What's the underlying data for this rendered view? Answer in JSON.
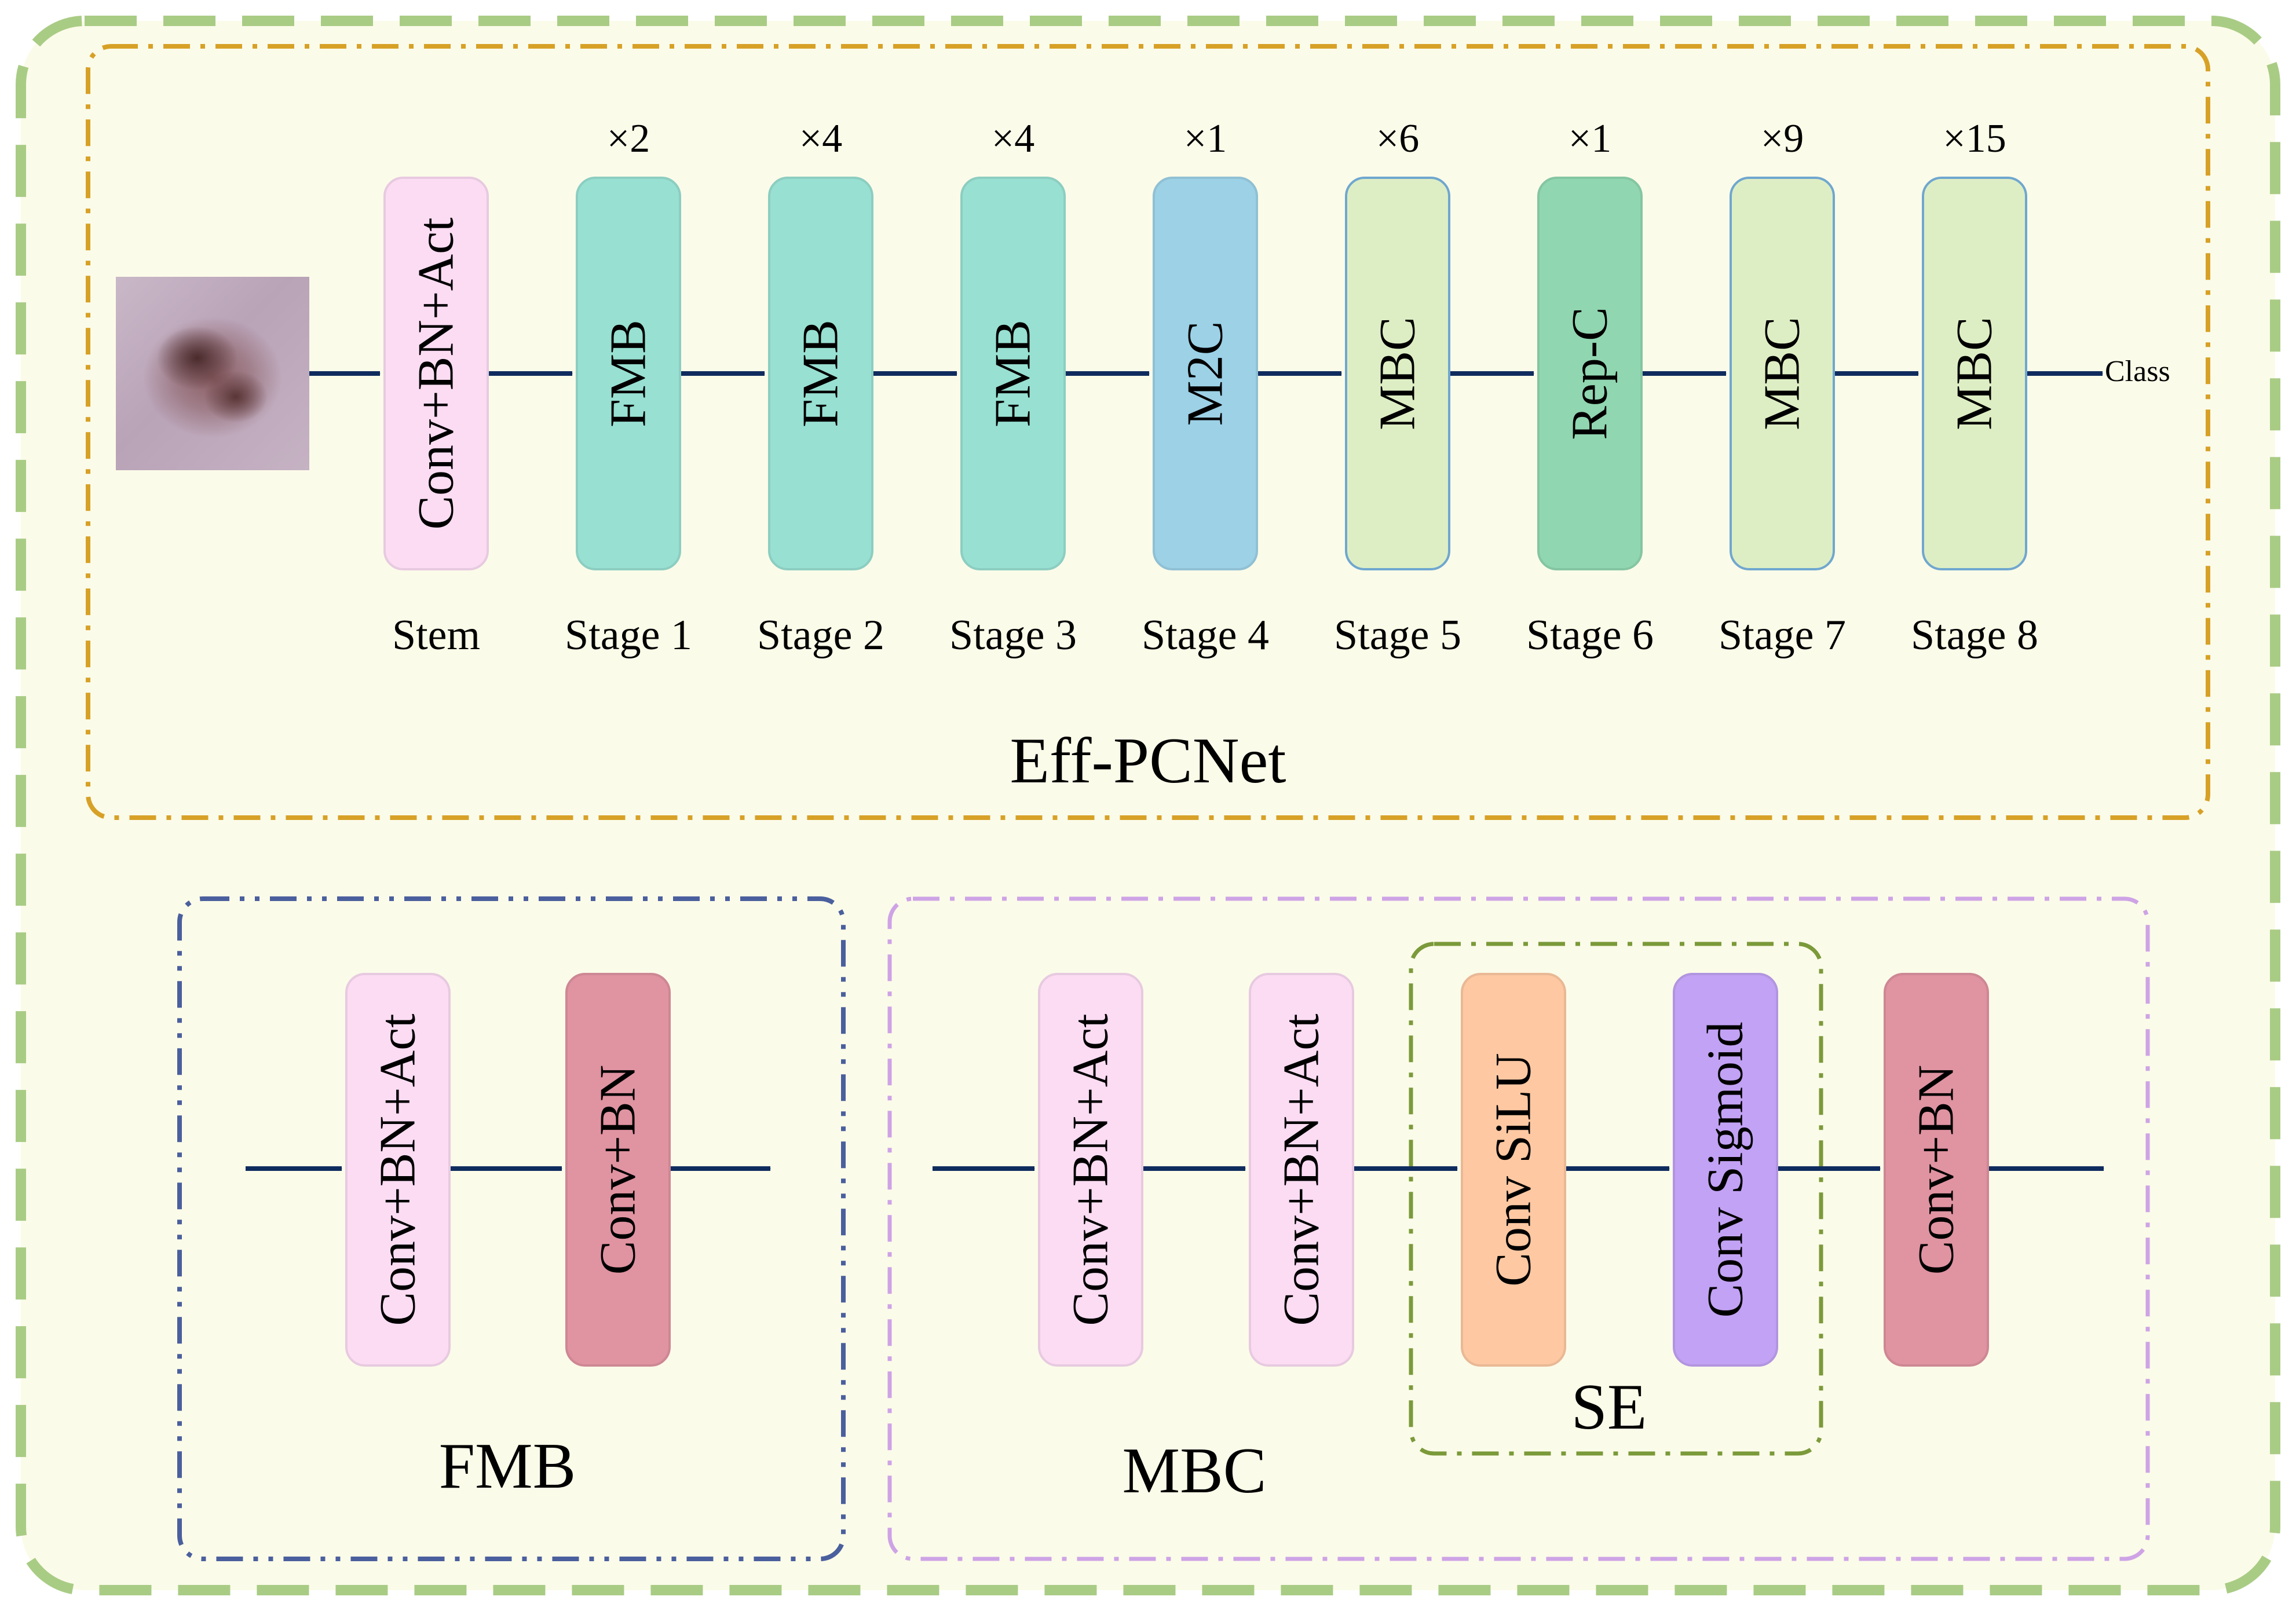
{
  "colors": {
    "outer_border": "#a9cc85",
    "outer_fill": "#fbfbe9",
    "effnet_border": "#d7a127",
    "fmb_box_border": "#4a5f9d",
    "mbc_box_border": "#cea3e6",
    "se_box_border": "#7b9a3a",
    "arrow": "#102c5e",
    "pink": "#fbdcf3",
    "teal": "#98e0d2",
    "blue": "#9cd1e6",
    "light_green": "#deeec4",
    "green": "#90d6b0",
    "red": "#e093a1",
    "orange": "#fdc8a2",
    "purple": "#c2a2f4"
  },
  "main": {
    "title": "Eff-PCNet",
    "class_label": "Class",
    "stages": [
      {
        "block": "Conv+BN+Act",
        "label": "Stem",
        "repeat": "",
        "color": "pink"
      },
      {
        "block": "FMB",
        "label": "Stage 1",
        "repeat": "×2",
        "color": "teal"
      },
      {
        "block": "FMB",
        "label": "Stage 2",
        "repeat": "×4",
        "color": "teal"
      },
      {
        "block": "FMB",
        "label": "Stage 3",
        "repeat": "×4",
        "color": "teal"
      },
      {
        "block": "M2C",
        "label": "Stage 4",
        "repeat": "×1",
        "color": "blue"
      },
      {
        "block": "MBC",
        "label": "Stage 5",
        "repeat": "×6",
        "color": "light_green"
      },
      {
        "block": "Rep-C",
        "label": "Stage 6",
        "repeat": "×1",
        "color": "green"
      },
      {
        "block": "MBC",
        "label": "Stage 7",
        "repeat": "×9",
        "color": "light_green"
      },
      {
        "block": "MBC",
        "label": "Stage 8",
        "repeat": "×15",
        "color": "light_green"
      }
    ]
  },
  "fmb": {
    "title": "FMB",
    "blocks": [
      {
        "label": "Conv+BN+Act",
        "color": "pink"
      },
      {
        "label": "Conv+BN",
        "color": "red"
      }
    ]
  },
  "mbc": {
    "title": "MBC",
    "blocks": [
      {
        "label": "Conv+BN+Act",
        "color": "pink"
      },
      {
        "label": "Conv+BN+Act",
        "color": "pink"
      },
      {
        "label": "Conv SiLU",
        "color": "orange"
      },
      {
        "label": "Conv Sigmoid",
        "color": "purple"
      },
      {
        "label": "Conv+BN",
        "color": "red"
      }
    ]
  },
  "se": {
    "title": "SE"
  }
}
